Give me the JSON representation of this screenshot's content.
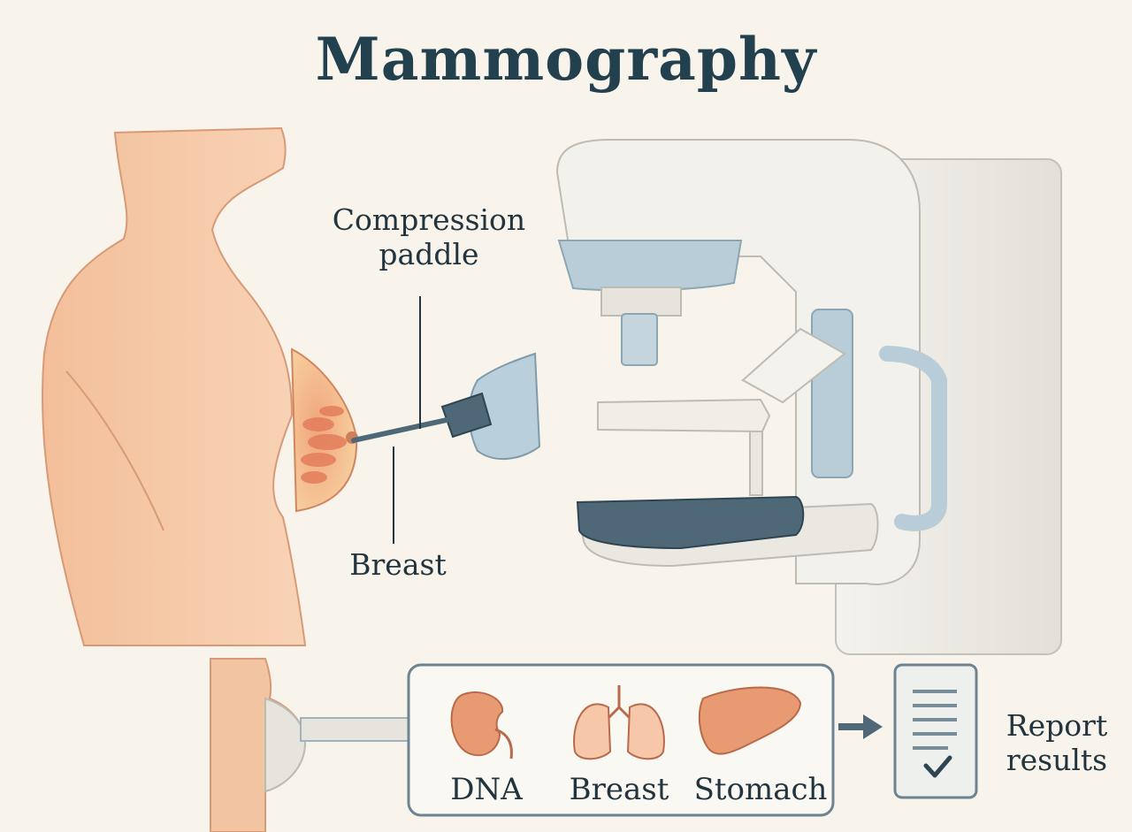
{
  "title": "Mammography",
  "labels": {
    "compression_paddle": "Compression\npaddle",
    "breast": "Breast",
    "report_results": "Report\nresults"
  },
  "organs": [
    {
      "icon": "kidney-icon",
      "label": "DNA"
    },
    {
      "icon": "lungs-icon",
      "label": "Breast"
    },
    {
      "icon": "liver-icon",
      "label": "Stomach"
    }
  ],
  "colors": {
    "background": "#f8f4ec",
    "skin": "#f5c9a8",
    "machine": "#eeece4",
    "accent_blue": "#b8cdd8",
    "dark_plate": "#4f6877",
    "organ": "#e89a72",
    "title": "#22404e"
  }
}
